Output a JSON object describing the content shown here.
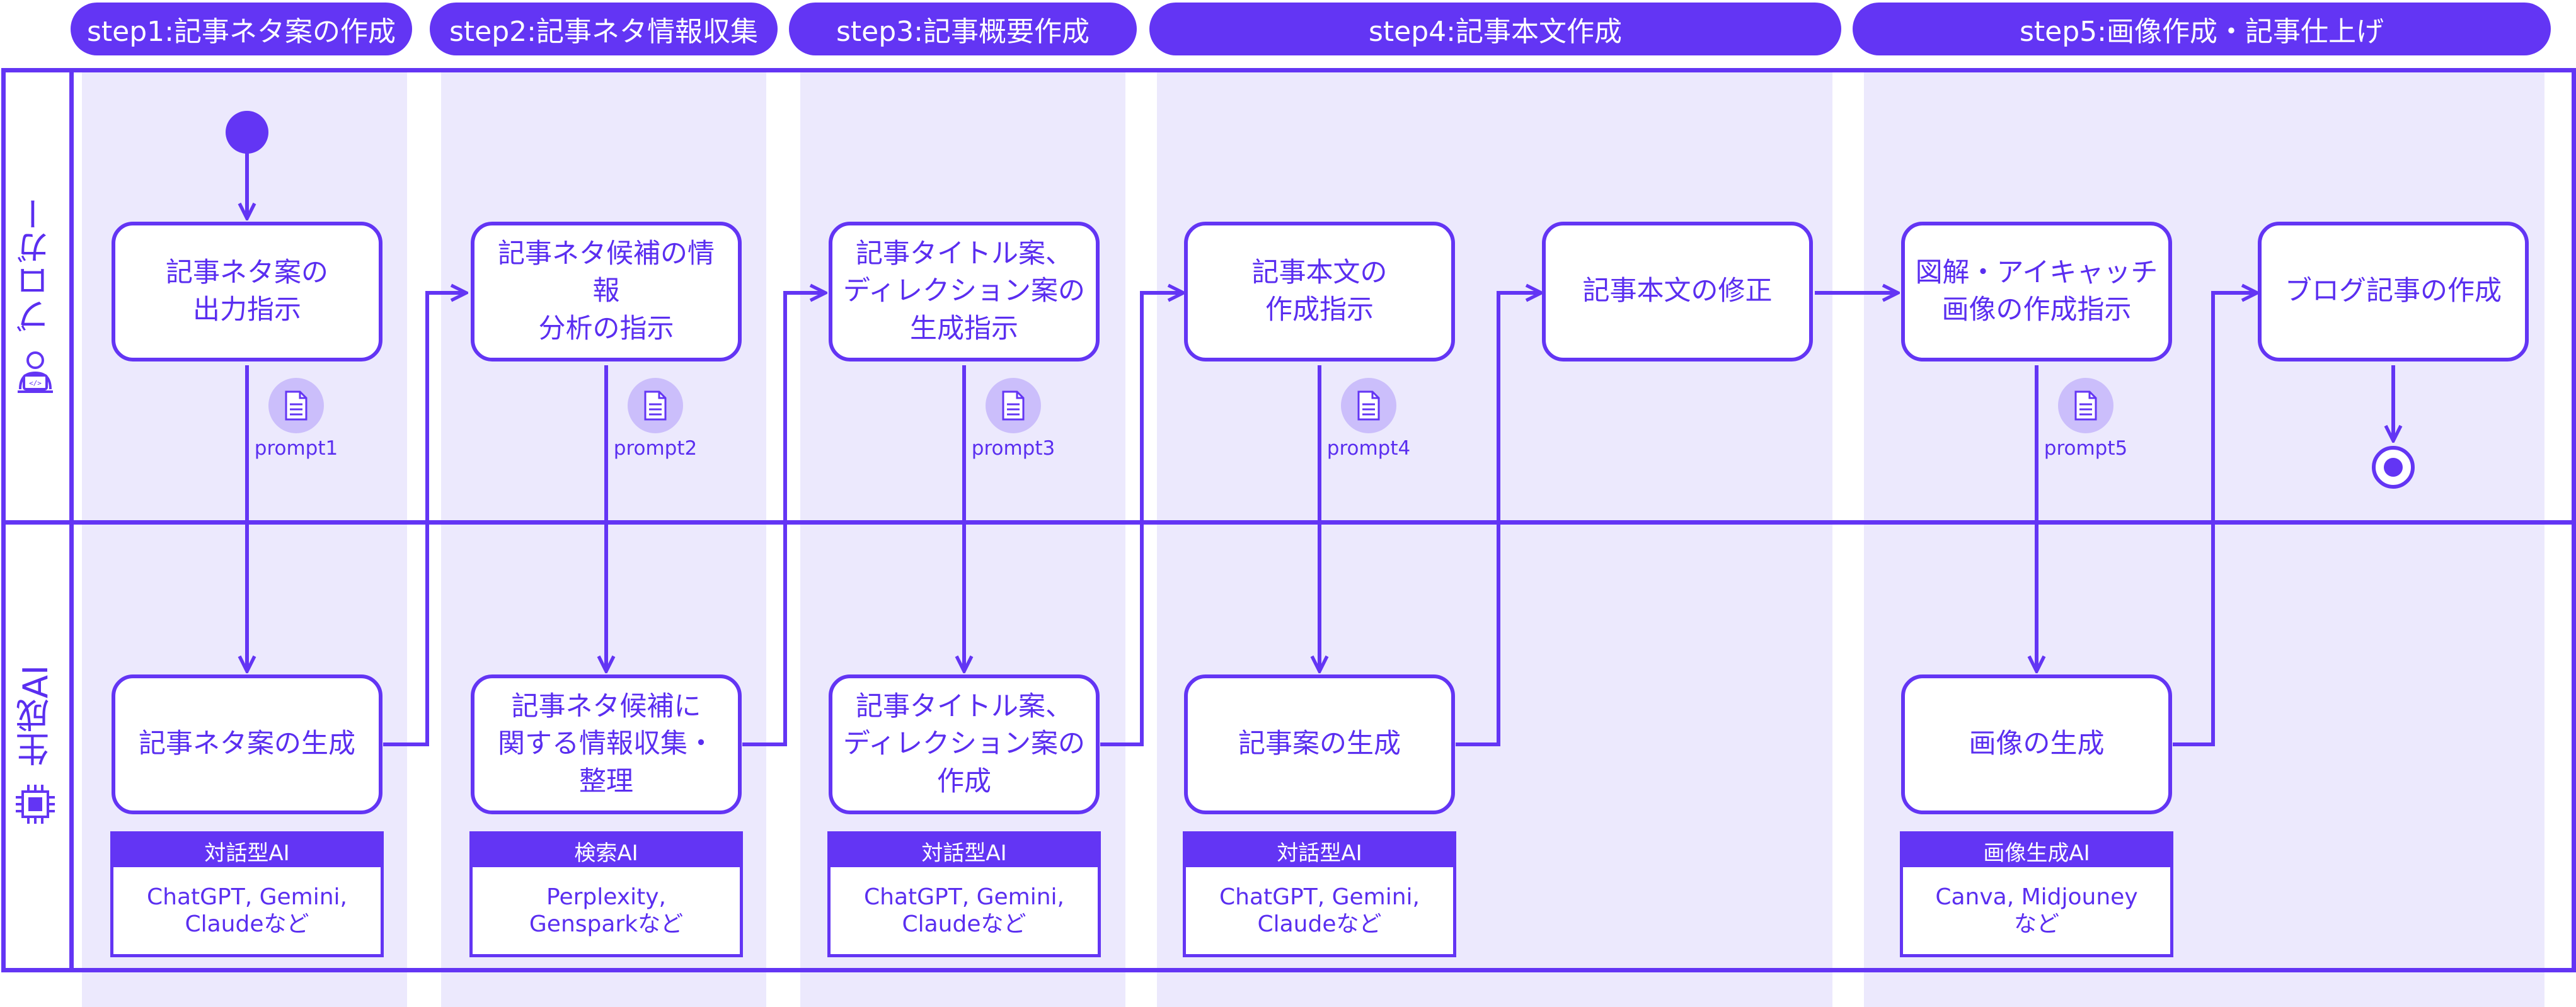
{
  "steps": [
    {
      "label": "step1:記事ネタ案の作成"
    },
    {
      "label": "step2:記事ネタ情報収集"
    },
    {
      "label": "step3:記事概要作成"
    },
    {
      "label": "step4:記事本文作成"
    },
    {
      "label": "step5:画像作成・記事仕上げ"
    }
  ],
  "lanes": {
    "blogger": {
      "label": "ブロガー",
      "icon": "developer-person-icon"
    },
    "ai": {
      "label": "生成AI",
      "icon": "chip-icon"
    }
  },
  "blogger_nodes": [
    {
      "line1": "記事ネタ案の",
      "line2": "出力指示",
      "line3": ""
    },
    {
      "line1": "記事ネタ候補の情報",
      "line2": "分析の指示",
      "line3": ""
    },
    {
      "line1": "記事タイトル案、",
      "line2": "ディレクション案の",
      "line3": "生成指示"
    },
    {
      "line1": "記事本文の",
      "line2": "作成指示",
      "line3": ""
    },
    {
      "line1": "記事本文の修正",
      "line2": "",
      "line3": ""
    },
    {
      "line1": "図解・アイキャッチ",
      "line2": "画像の作成指示",
      "line3": ""
    },
    {
      "line1": "ブログ記事の作成",
      "line2": "",
      "line3": ""
    }
  ],
  "ai_nodes": [
    {
      "line1": "記事ネタ案の生成",
      "line2": "",
      "line3": ""
    },
    {
      "line1": "記事ネタ候補に",
      "line2": "関する情報収集・",
      "line3": "整理"
    },
    {
      "line1": "記事タイトル案、",
      "line2": "ディレクション案の",
      "line3": "作成"
    },
    {
      "line1": "記事案の生成",
      "line2": "",
      "line3": ""
    },
    {
      "line1": "画像の生成",
      "line2": "",
      "line3": ""
    }
  ],
  "prompts": [
    {
      "label": "prompt1",
      "icon": "document-icon"
    },
    {
      "label": "prompt2",
      "icon": "document-icon"
    },
    {
      "label": "prompt3",
      "icon": "document-icon"
    },
    {
      "label": "prompt4",
      "icon": "document-icon"
    },
    {
      "label": "prompt5",
      "icon": "document-icon"
    }
  ],
  "tools": [
    {
      "header": "対話型AI",
      "line1": "ChatGPT, Gemini,",
      "line2": "Claudeなど"
    },
    {
      "header": "検索AI",
      "line1": "Perplexity,",
      "line2": "Gensparkなど"
    },
    {
      "header": "対話型AI",
      "line1": "ChatGPT, Gemini,",
      "line2": "Claudeなど"
    },
    {
      "header": "対話型AI",
      "line1": "ChatGPT, Gemini,",
      "line2": "Claudeなど"
    },
    {
      "header": "画像生成AI",
      "line1": "Canva, Midjouney",
      "line2": "など"
    }
  ],
  "colors": {
    "accent": "#6335f4",
    "text": "#5a2ef0",
    "column_bg": "#ece9fd",
    "prompt_icon_bg": "#cbbefb"
  }
}
